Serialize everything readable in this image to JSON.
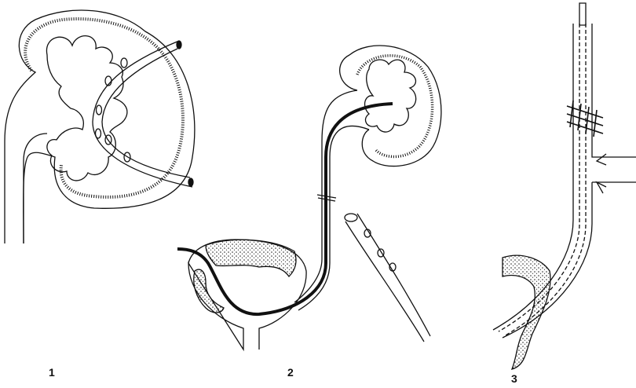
{
  "figure": {
    "panel_labels": [
      "1",
      "2",
      "3"
    ]
  }
}
